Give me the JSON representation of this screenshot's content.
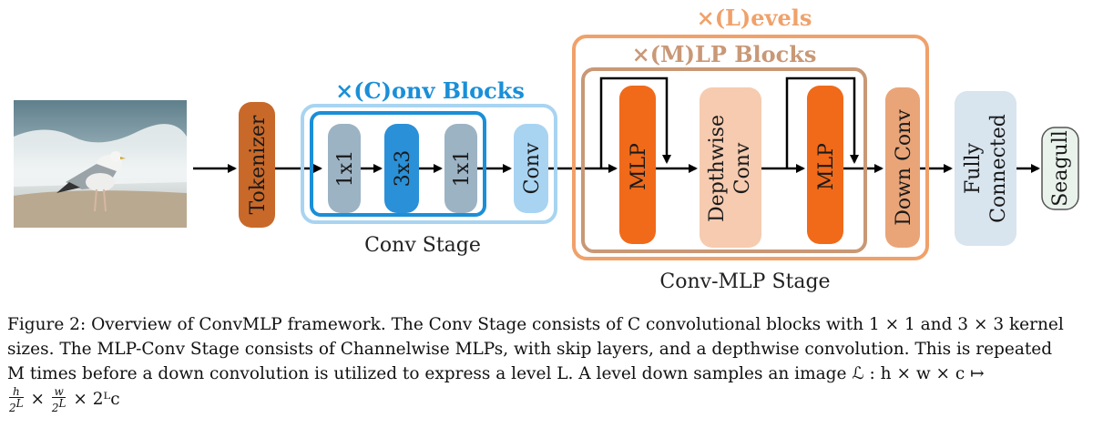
{
  "labels": {
    "tokenizer": "Tokenizer",
    "conv_1x1_a": "1x1",
    "conv_3x3": "3x3",
    "conv_1x1_b": "1x1",
    "conv": "Conv",
    "mlp_a": "MLP",
    "depthwise_line1": "Depthwise",
    "depthwise_line2": "Conv",
    "mlp_b": "MLP",
    "down_conv": "Down Conv",
    "fc_line1": "Fully",
    "fc_line2": "Connected",
    "seagull": "Seagull"
  },
  "titles": {
    "conv_blocks": "×(C)onv Blocks",
    "levels": "×(L)evels",
    "mlp_blocks": "×(M)LP Blocks",
    "conv_stage": "Conv Stage",
    "conv_mlp_stage": "Conv-MLP Stage"
  },
  "caption": {
    "line1": "Figure 2: Overview of ConvMLP framework. The Conv Stage consists of C convolutional blocks with 1 × 1 and 3 × 3 kernel",
    "line2": "sizes. The MLP-Conv Stage consists of Channelwise MLPs, with skip layers, and a depthwise convolution. This is repeated",
    "line3": "M times before a down convolution is utilized to express a level L. A level down samples an image ℒ : h × w × c ↦",
    "line4_tail": "× 2ᴸc"
  },
  "colors": {
    "tokenizer": "#c8692a",
    "conv_block_gray": "#9cb3c4",
    "conv_3x3": "#2a90d8",
    "conv_box": "#a8d4f2",
    "conv_blue_text": "#1a8fd8",
    "mlp": "#f06a1a",
    "depthwise": "#f6cbb0",
    "down_conv": "#e9a578",
    "fc": "#d8e4ee",
    "levels_orange": "#f0a16a",
    "mlp_blocks_brown": "#c99876"
  },
  "icons": [
    "seagull-photo"
  ]
}
